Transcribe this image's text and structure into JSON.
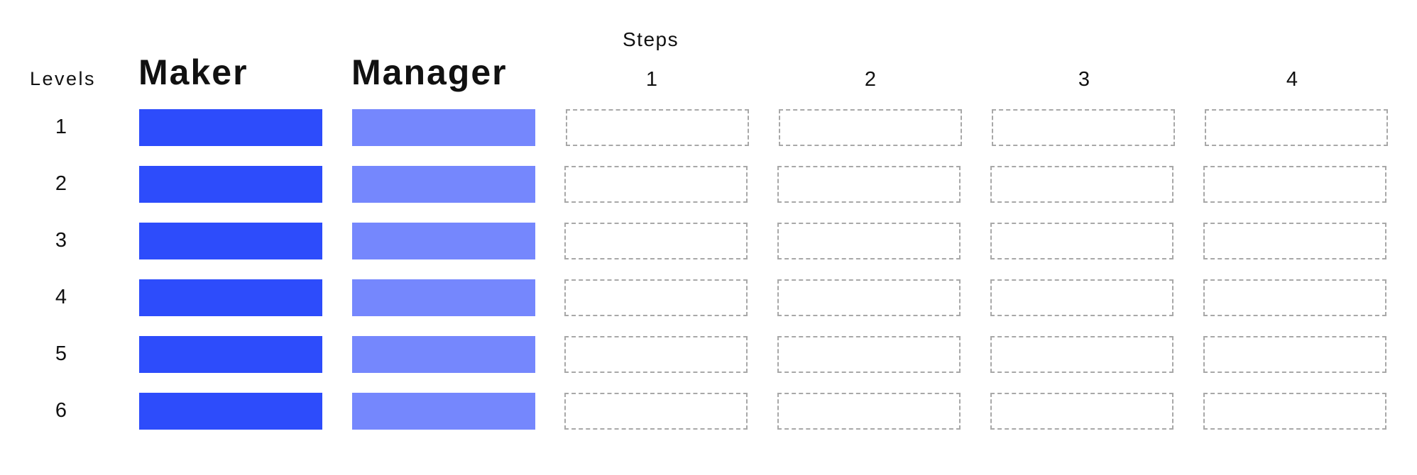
{
  "header": {
    "steps_title": "Steps",
    "levels_title": "Levels",
    "maker_title": "Maker",
    "manager_title": "Manager",
    "step_numbers": [
      "1",
      "2",
      "3",
      "4"
    ]
  },
  "levels": [
    "1",
    "2",
    "3",
    "4",
    "5",
    "6"
  ],
  "colors": {
    "maker": "#2d4cfb",
    "manager": "#7587fd",
    "step_border": "#a8a8a8"
  }
}
